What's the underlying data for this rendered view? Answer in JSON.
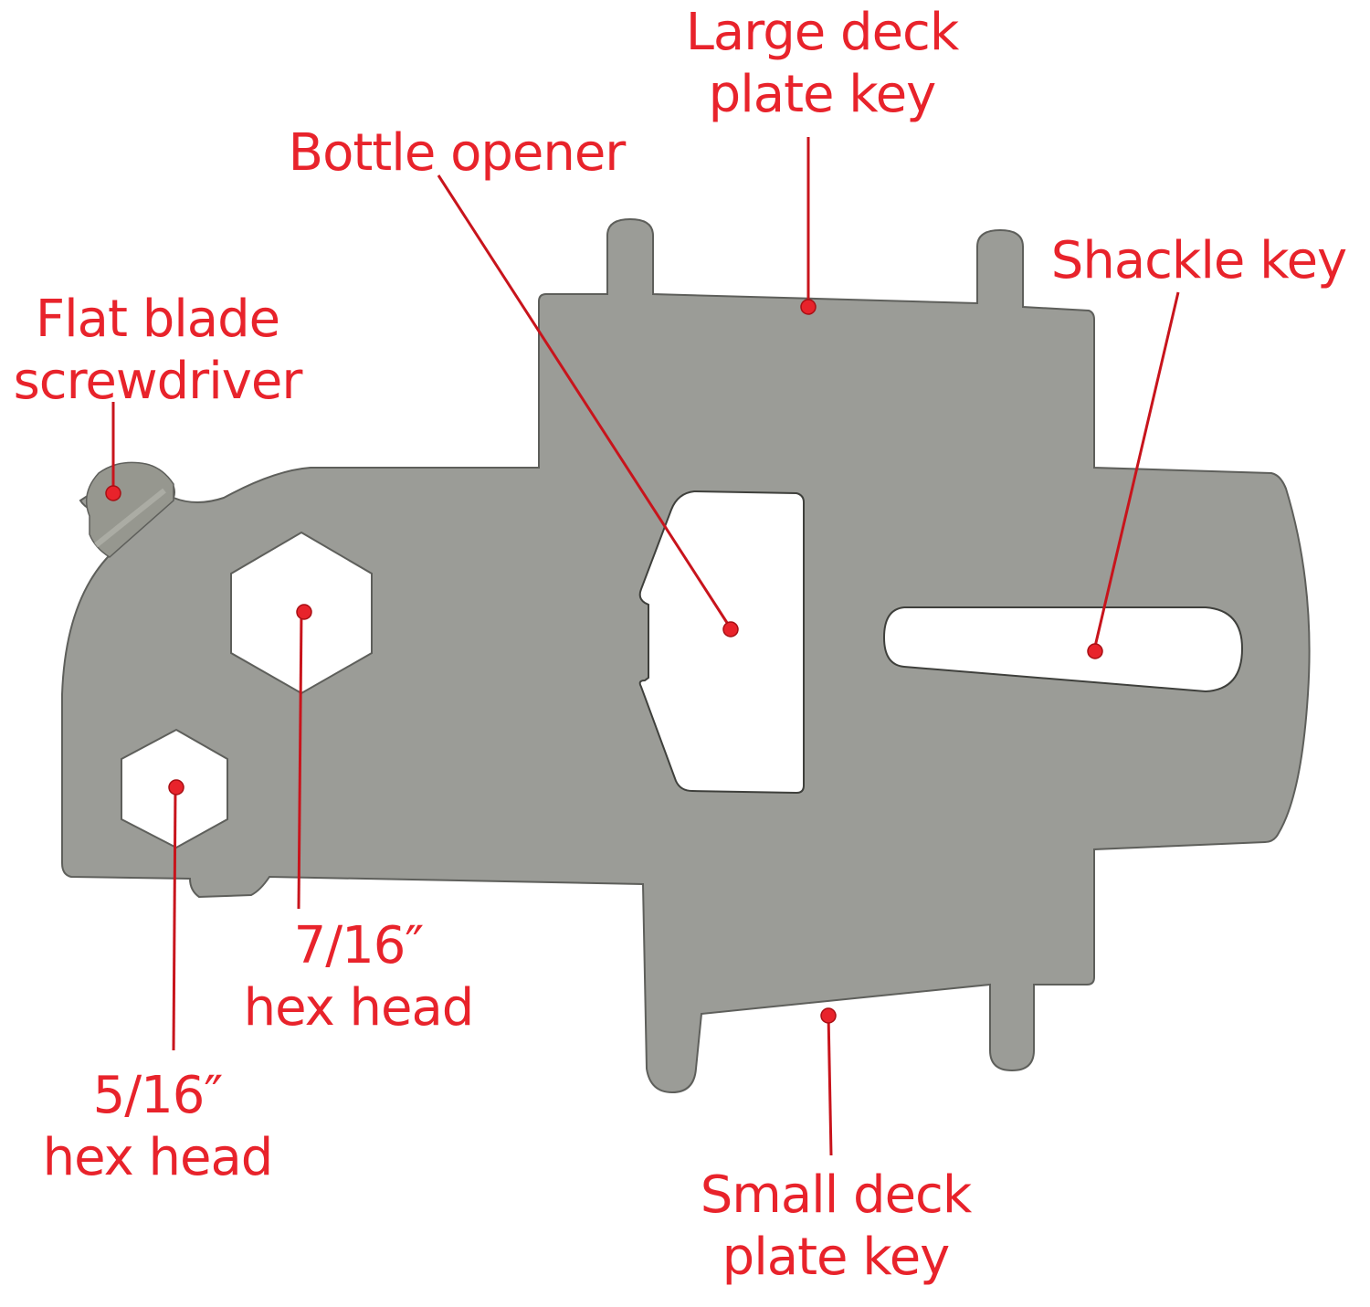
{
  "diagram": {
    "subject": "Multi-function boat deck key tool",
    "colors": {
      "label": "#e8232b",
      "leader": "#c8141c",
      "tool_fill": "#9b9c97",
      "tool_edge": "#5e5f5b",
      "background": "#ffffff"
    },
    "callouts": [
      {
        "id": "large-deck",
        "lines": [
          "Large deck",
          "plate key"
        ]
      },
      {
        "id": "bottle",
        "lines": [
          "Bottle opener"
        ]
      },
      {
        "id": "shackle",
        "lines": [
          "Shackle key"
        ]
      },
      {
        "id": "flat-blade",
        "lines": [
          "Flat blade",
          "screwdriver"
        ]
      },
      {
        "id": "hex-716",
        "lines": [
          "7/16″",
          "hex head"
        ]
      },
      {
        "id": "hex-516",
        "lines": [
          "5/16″",
          "hex head"
        ]
      },
      {
        "id": "small-deck",
        "lines": [
          "Small deck",
          "plate key"
        ]
      }
    ]
  }
}
